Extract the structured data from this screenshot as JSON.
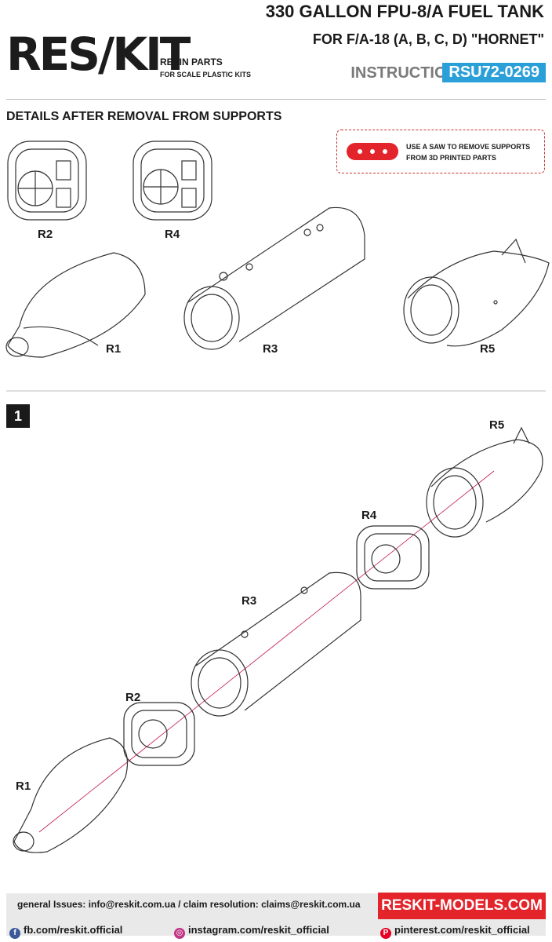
{
  "header": {
    "logo": "RES/KIT",
    "logo_sub1": "RESIN PARTS",
    "logo_sub2": "FOR SCALE PLASTIC KITS",
    "title_line1": "330 GALLON FPU-8/A FUEL TANK",
    "title_line2": "FOR F/A-18 (A, B, C, D) \"HORNET\"",
    "instruction_label": "INSTRUCTION",
    "code": "RSU72-0269"
  },
  "section_title": "DETAILS AFTER REMOVAL FROM SUPPORTS",
  "note": {
    "line1": "USE A SAW TO REMOVE SUPPORTS",
    "line2": "FROM 3D PRINTED PARTS"
  },
  "parts_labels": {
    "r1": "R1",
    "r2": "R2",
    "r3": "R3",
    "r4": "R4",
    "r5": "R5"
  },
  "step": {
    "number": "1"
  },
  "footer": {
    "issues": "general Issues: info@reskit.com.ua / claim resolution: claims@reskit.com.ua",
    "website": "RESKIT-MODELS.COM",
    "facebook": "fb.com/reskit.official",
    "instagram": "instagram.com/reskit_official",
    "pinterest": "pinterest.com/reskit_official"
  },
  "colors": {
    "accent_blue": "#2a9fd8",
    "accent_red": "#e3242b"
  }
}
